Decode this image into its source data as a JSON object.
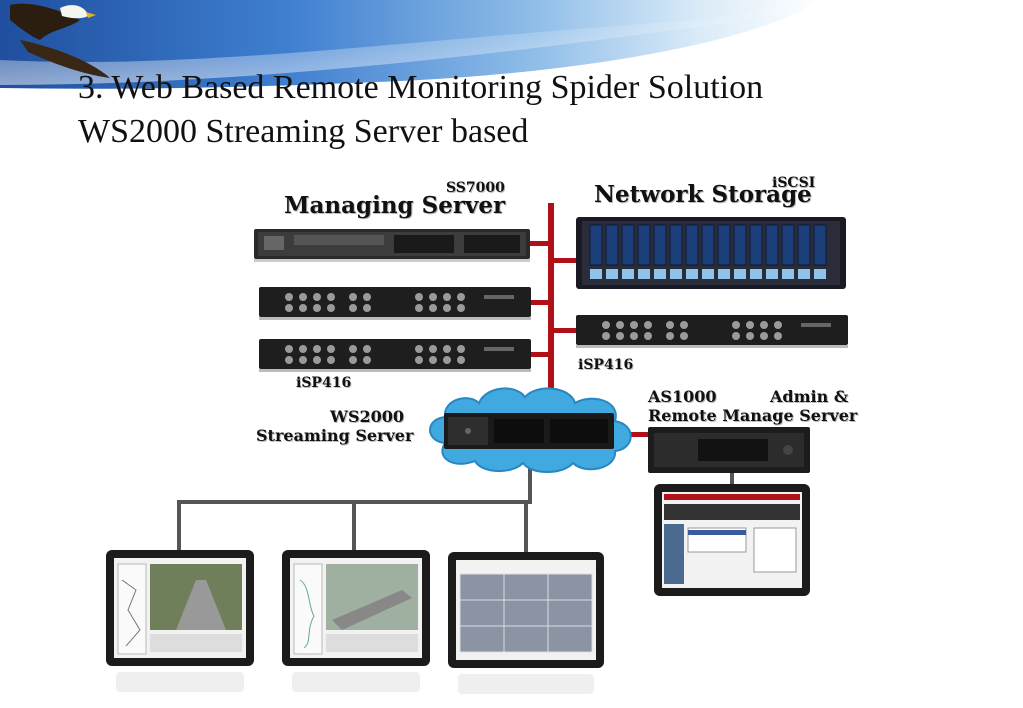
{
  "slide": {
    "title_line1": "3. Web Based Remote Monitoring  Spider Solution",
    "title_line2": "WS2000 Streaming Server based"
  },
  "labels": {
    "managing_server": "Managing Server",
    "ss7000": "SS7000",
    "network_storage": "Network Storage",
    "iscsi": "iSCSI",
    "isp416_left": "iSP416",
    "isp416_right": "iSP416",
    "ws2000": "WS2000",
    "streaming_server": "Streaming Server",
    "as1000": "AS1000",
    "admin": "Admin &",
    "remote_manage_server": "Remote Manage Server"
  },
  "colors": {
    "network_line_red": "#b01018",
    "link_line_gray": "#555555",
    "cloud_blue": "#3fa9e0",
    "banner_blue": "#3f7fd0"
  },
  "icons": {
    "banner": "eagle-sky-banner",
    "cloud": "network-cloud-icon",
    "monitor": "laptop-monitor-icon"
  }
}
